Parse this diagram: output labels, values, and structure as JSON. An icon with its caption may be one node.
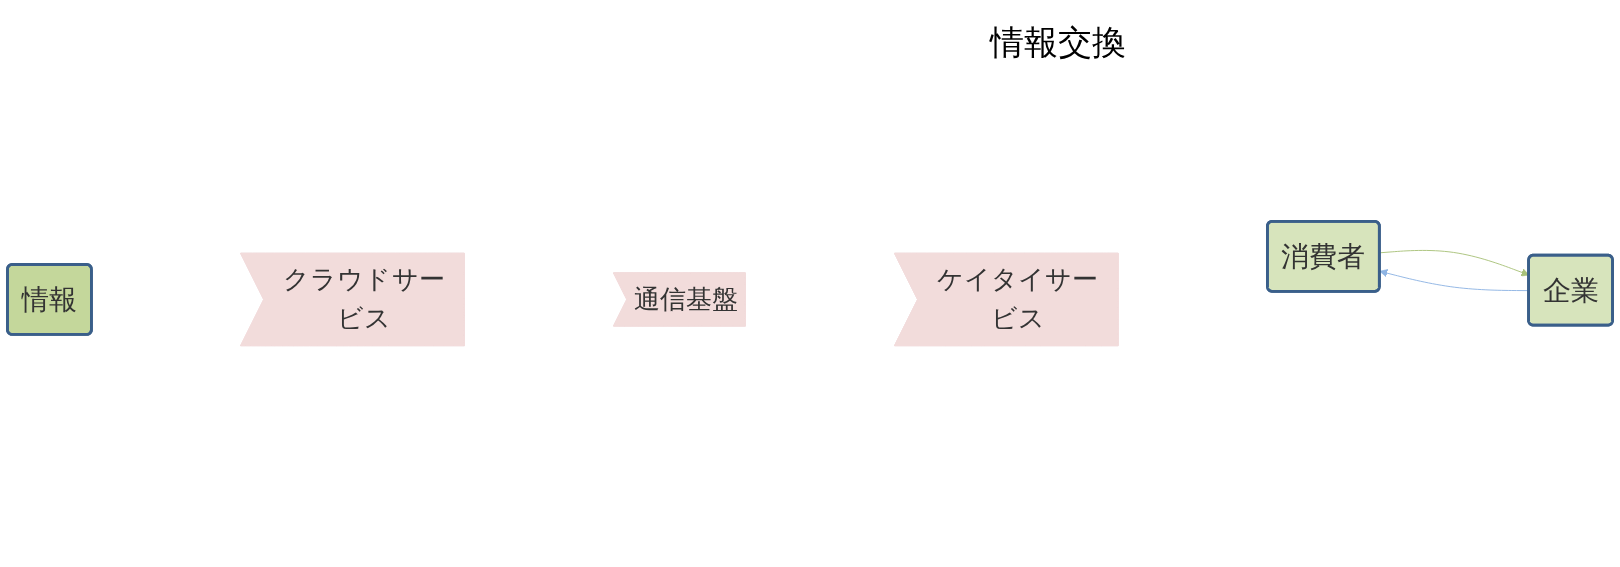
{
  "diagram": {
    "nodes": [
      {
        "text": [
          "情報"
        ]
      },
      {
        "text": [
          "クラウドサービス"
        ]
      },
      {
        "text": [
          "通信基盤"
        ]
      },
      {
        "text": [
          "ケイタイサービス"
        ]
      },
      {
        "text": [
          "消費者"
        ]
      },
      {
        "text": [
          "企業"
        ]
      }
    ],
    "edges": [
      {
        "from": 5,
        "to": 4,
        "arrow": "to",
        "color": "#8eb4e3"
      },
      {
        "from": 4,
        "to": 5,
        "arrow": "to",
        "color": "#a9c27a"
      }
    ],
    "labels": [
      "情報交換"
    ]
  }
}
